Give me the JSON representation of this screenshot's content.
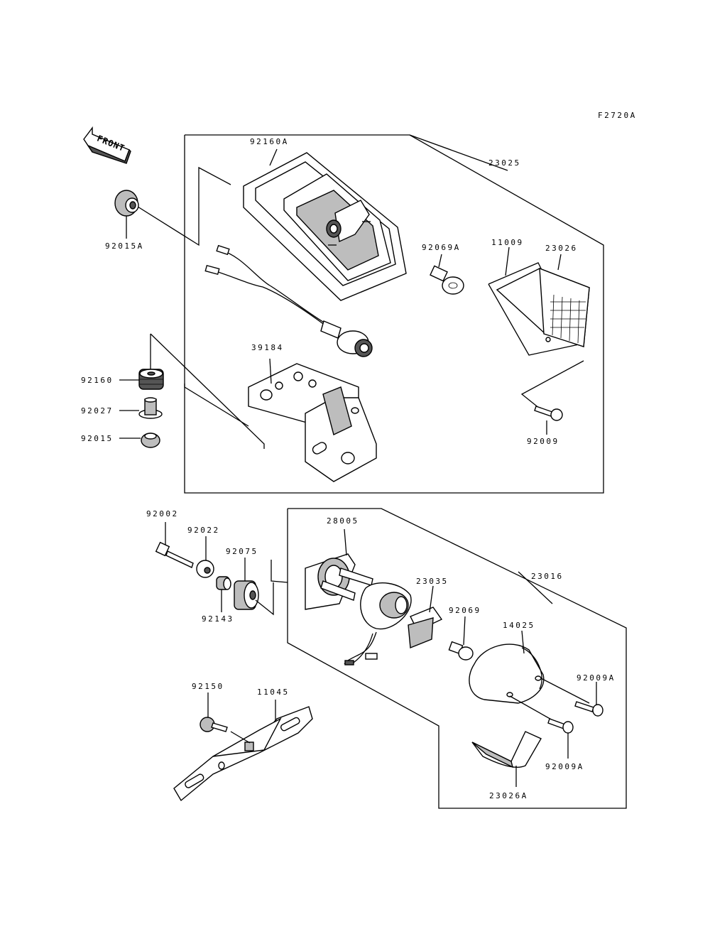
{
  "figure_code": "F2720A",
  "front_label": "FRONT",
  "labels": {
    "p92160A": "92160A",
    "p23025": "23025",
    "p92015A": "92015A",
    "p92069A": "92069A",
    "p11009": "11009",
    "p23026": "23026",
    "p39184": "39184",
    "p92160": "92160",
    "p92027": "92027",
    "p92015": "92015",
    "p92009_top": "92009",
    "p92002": "92002",
    "p92022": "92022",
    "p92075": "92075",
    "p92143": "92143",
    "p28005": "28005",
    "p23035": "23035",
    "p92069": "92069",
    "p23016": "23016",
    "p14025": "14025",
    "p92009A_a": "92009A",
    "p92009A_b": "92009A",
    "p92150": "92150",
    "p11045": "11045",
    "p23026A": "23026A"
  }
}
